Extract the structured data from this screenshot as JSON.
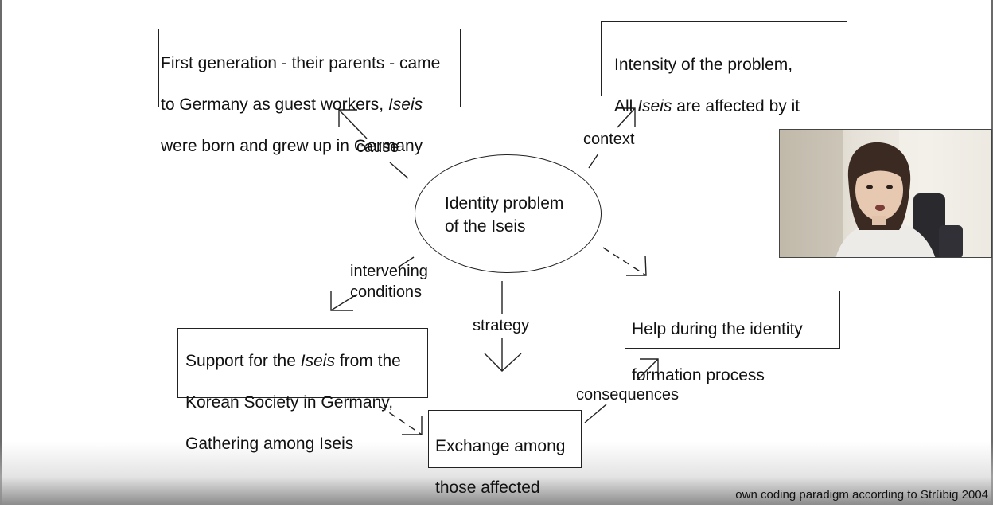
{
  "boxes": {
    "cause_box": {
      "line1": "First generation - their parents - came",
      "line2_pre": "to Germany as guest workers, ",
      "line2_italic": "Iseis",
      "line3": "were born and grew up in Germany"
    },
    "context_box": {
      "line1": "Intensity of the problem,",
      "line2_pre": "All ",
      "line2_italic": "Iseis",
      "line2_post": " are affected by it"
    },
    "help_box": {
      "line1": "Help during the identity",
      "line2": "formation process"
    },
    "support_box": {
      "line1_pre": "Support for the ",
      "line1_italic": "Iseis",
      "line1_post": " from the",
      "line2": "Korean Society in Germany,",
      "line3": "Gathering among Iseis"
    },
    "exchange_box": {
      "line1": "Exchange among",
      "line2": "those affected"
    }
  },
  "center": {
    "line1": "Identity problem",
    "line2": "of the Iseis"
  },
  "edge_labels": {
    "cause": "cause",
    "context": "context",
    "intervening_line1": "intervening",
    "intervening_line2": "conditions",
    "strategy": "strategy",
    "consequences": "consequences"
  },
  "footer": {
    "note": "own coding paradigm according to Strübig 2004"
  }
}
